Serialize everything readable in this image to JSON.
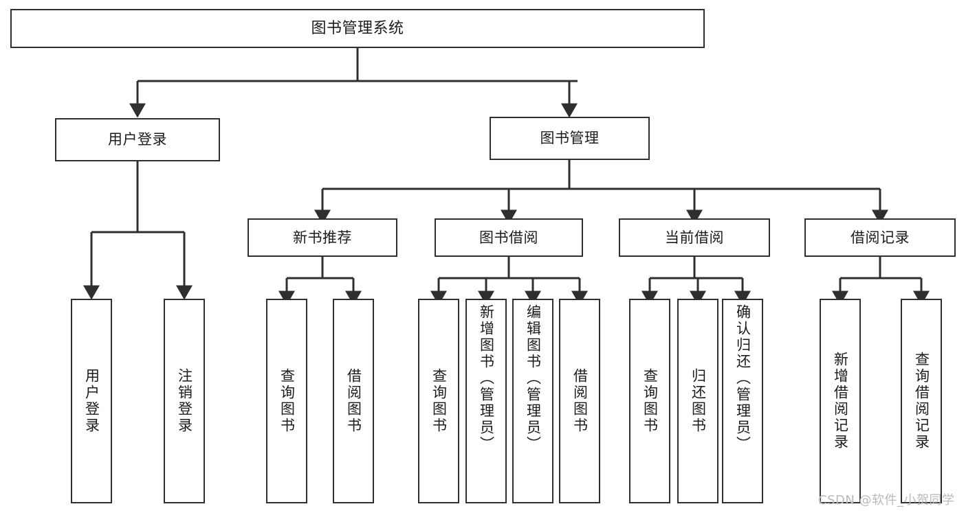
{
  "diagram": {
    "type": "tree",
    "title": "图书管理系统",
    "root": {
      "label": "图书管理系统"
    },
    "level2": [
      {
        "label": "用户登录"
      },
      {
        "label": "图书管理"
      }
    ],
    "level3": [
      {
        "label": "新书推荐"
      },
      {
        "label": "图书借阅"
      },
      {
        "label": "当前借阅"
      },
      {
        "label": "借阅记录"
      }
    ],
    "leaves_user_login": [
      {
        "label": "用户登录"
      },
      {
        "label": "注销登录"
      }
    ],
    "leaves_new_book": [
      {
        "label": "查询图书"
      },
      {
        "label": "借阅图书"
      }
    ],
    "leaves_borrow": [
      {
        "label": "查询图书"
      },
      {
        "label": "新增图书（管理员）"
      },
      {
        "label": "编辑图书（管理员）"
      },
      {
        "label": "借阅图书"
      }
    ],
    "leaves_current": [
      {
        "label": "查询图书"
      },
      {
        "label": "归还图书"
      },
      {
        "label": "确认归还（管理员）"
      }
    ],
    "leaves_records": [
      {
        "label": "新增借阅记录"
      },
      {
        "label": "查询借阅记录"
      }
    ]
  },
  "colors": {
    "stroke": "#2f2f2f",
    "fill": "#ffffff",
    "text": "#1b1b1b",
    "watermark": "#b9b9b9"
  },
  "watermark": {
    "text": "CSDN @软件_小贺同学"
  }
}
